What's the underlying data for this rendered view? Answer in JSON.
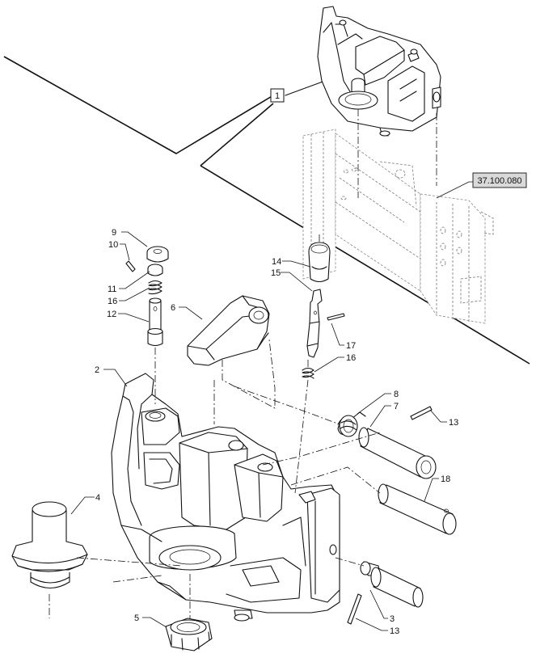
{
  "callouts": {
    "c1": "1",
    "c2": "2",
    "c3": "3",
    "c4": "4",
    "c5": "5",
    "c6": "6",
    "c7": "7",
    "c8": "8",
    "c9": "9",
    "c10": "10",
    "c11": "11",
    "c12": "12",
    "c13a": "13",
    "c13b": "13",
    "c14": "14",
    "c15": "15",
    "c16a": "16",
    "c16b": "16",
    "c17": "17",
    "c18": "18"
  },
  "reference": {
    "label": "37.100.080"
  }
}
